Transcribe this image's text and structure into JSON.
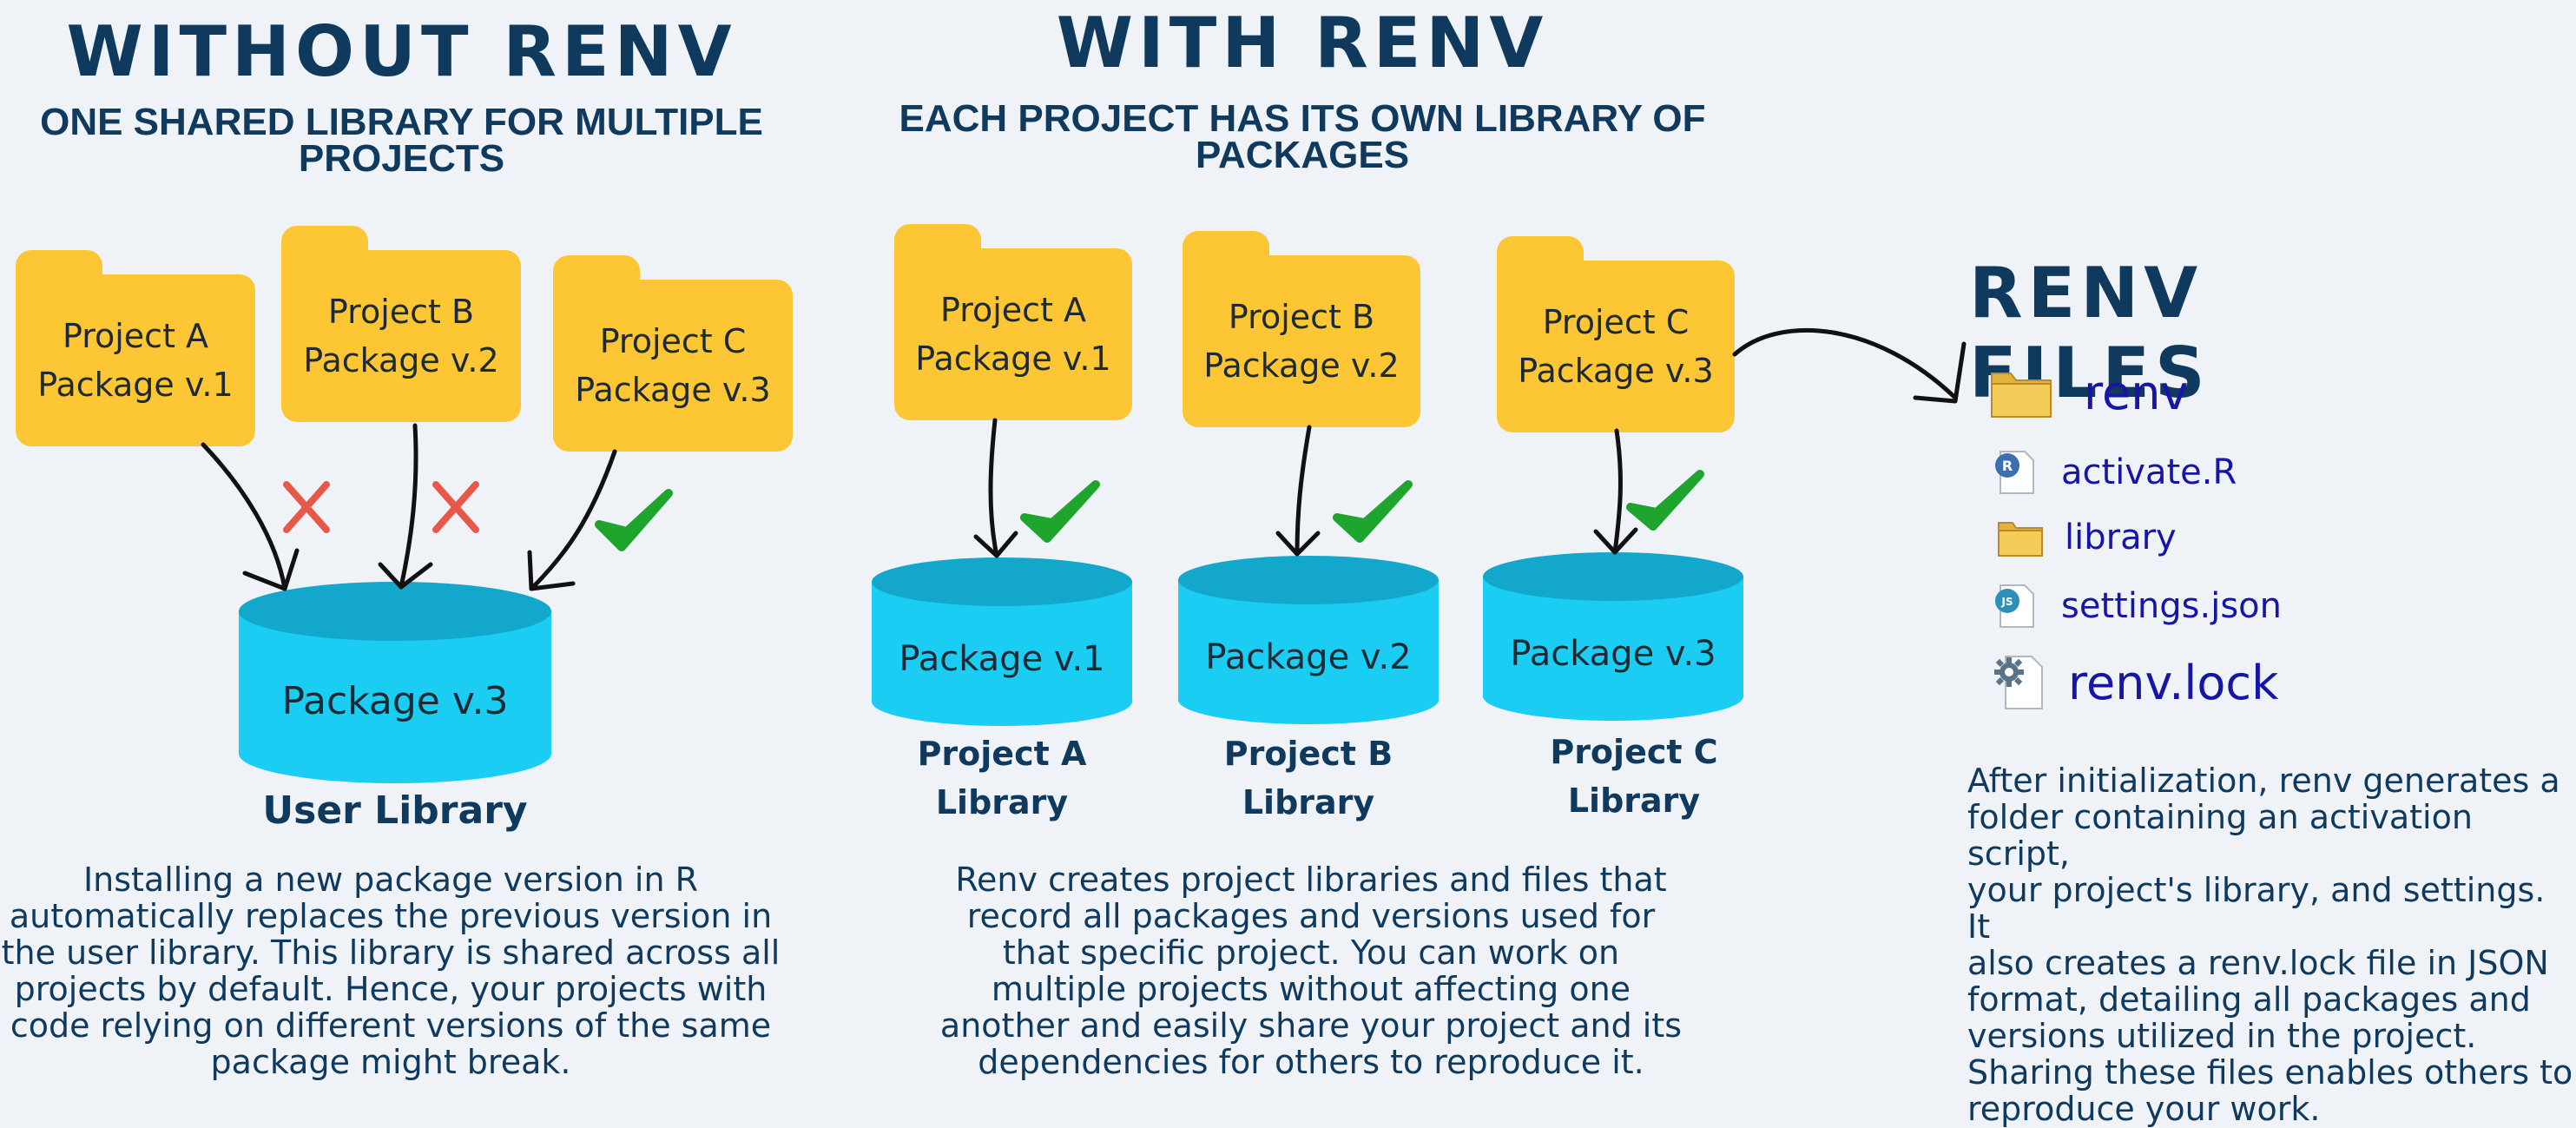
{
  "without": {
    "title": "WITHOUT RENV",
    "subtitle_line1": "ONE SHARED LIBRARY FOR MULTIPLE",
    "subtitle_line2": "PROJECTS",
    "folders": [
      {
        "line1": "Project A",
        "line2": "Package v.1"
      },
      {
        "line1": "Project B",
        "line2": "Package v.2"
      },
      {
        "line1": "Project C",
        "line2": "Package v.3"
      }
    ],
    "cylinder_label": "Package v.3",
    "library_label": "User Library",
    "paragraph": [
      "Installing a new package version in R",
      "automatically replaces the previous version in",
      "the user library. This library is shared across all",
      "projects by default. Hence, your projects with",
      "code relying on different versions of the same",
      "package might break."
    ]
  },
  "with": {
    "title": "WITH RENV",
    "subtitle_line1": "EACH PROJECT HAS ITS OWN LIBRARY OF",
    "subtitle_line2": "PACKAGES",
    "folders": [
      {
        "line1": "Project A",
        "line2": "Package v.1"
      },
      {
        "line1": "Project B",
        "line2": "Package v.2"
      },
      {
        "line1": "Project C",
        "line2": "Package v.3"
      }
    ],
    "cylinders": [
      "Package v.1",
      "Package v.2",
      "Package v.3"
    ],
    "libraries": [
      {
        "line1": "Project A",
        "line2": "Library"
      },
      {
        "line1": "Project B",
        "line2": "Library"
      },
      {
        "line1": "Project C",
        "line2": "Library"
      }
    ],
    "paragraph": [
      "Renv creates project libraries and files that",
      "record all packages and versions used for",
      "that specific project. You can work on",
      "multiple projects without affecting one",
      "another and easily share your project and its",
      "dependencies for others to reproduce it."
    ]
  },
  "files": {
    "title": "RENV FILES",
    "items": [
      {
        "label": "renv",
        "icon": "folder-icon"
      },
      {
        "label": "activate.R",
        "icon": "r-file-icon"
      },
      {
        "label": "library",
        "icon": "folder-icon"
      },
      {
        "label": "settings.json",
        "icon": "json-file-icon"
      },
      {
        "label": "renv.lock",
        "icon": "gear-file-icon"
      }
    ],
    "paragraph": [
      "After initialization, renv generates a",
      "folder containing an activation script,",
      "your project's library, and settings. It",
      "also creates a renv.lock file in JSON",
      "format, detailing all packages and",
      "versions utilized in the project.",
      "Sharing these files enables others to",
      "reproduce your work."
    ]
  },
  "colors": {
    "folder": "#fdc634",
    "cylinder": "#1bcdf3",
    "cylinder_top": "#14a7cc",
    "heading": "#0f3a5e",
    "cross": "#e8584a",
    "check": "#1fa52d",
    "file_text": "#1616a6"
  }
}
